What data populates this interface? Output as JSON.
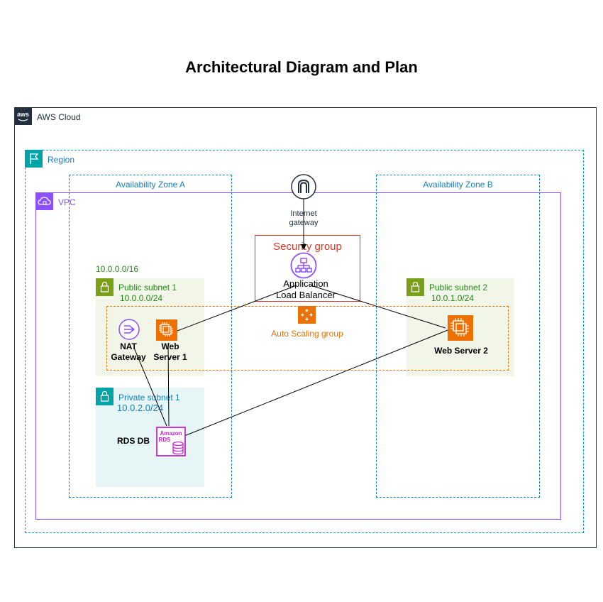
{
  "title": "Architectural Diagram and Plan",
  "aws_cloud": {
    "label": "AWS Cloud"
  },
  "region": {
    "label": "Region"
  },
  "az_a": {
    "label": "Availability Zone A"
  },
  "az_b": {
    "label": "Availability Zone B"
  },
  "vpc": {
    "label": "VPC",
    "cidr": "10.0.0.0/16"
  },
  "internet_gateway": {
    "label_line1": "Internet",
    "label_line2": "gateway"
  },
  "security_group": {
    "label": "Security group"
  },
  "alb": {
    "label_line1": "Application",
    "label_line2": "Load Balancer"
  },
  "public_subnet_1": {
    "label": "Public subnet 1",
    "cidr": "10.0.0.0/24"
  },
  "public_subnet_2": {
    "label": "Public subnet 2",
    "cidr": "10.0.1.0/24"
  },
  "private_subnet_1": {
    "label": "Private subnet 1",
    "cidr": "10.0.2.0/24"
  },
  "auto_scaling": {
    "label": "Auto Scaling group"
  },
  "nat_gateway": {
    "label_line1": "NAT",
    "label_line2": "Gateway"
  },
  "web_server_1": {
    "label_line1": "Web",
    "label_line2": "Server 1"
  },
  "web_server_2": {
    "label": "Web Server 2"
  },
  "rds": {
    "label": "RDS DB",
    "icon_line1": "Amazon",
    "icon_line2": "RDS"
  },
  "colors": {
    "aws_dark": "#232f3e",
    "region": "#00a4a6",
    "az": "#147eba",
    "vpc": "#8c4fff",
    "public_subnet": "#7aa116",
    "private_subnet": "#00a4a6",
    "security_group": "#dd3522",
    "auto_scaling": "#ed7100",
    "rds": "#c925d1"
  }
}
